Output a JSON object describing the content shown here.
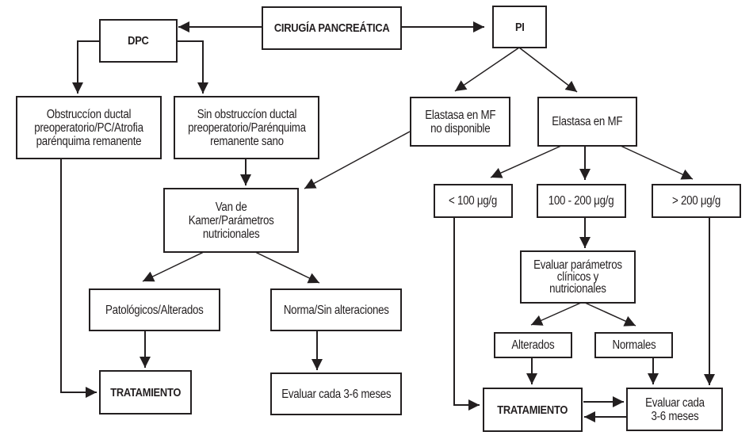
{
  "diagram": {
    "type": "flowchart",
    "nodes": {
      "cirugia": "CIRUGÍA PANCREÁTICA",
      "dpc": "DPC",
      "pi": "PI",
      "obstruccion": "Obstruccíon ductal\npreoperatorio/PC/Atrofia\nparénquima remanente",
      "sin_obstruccion": "Sin obstruccíon ductal\npreoperatorio/Parénquima\nremanente sano",
      "van_de_kamer": "Van de\nKamer/Parámetros\nnutricionales",
      "patologicos": "Patológicos/Alterados",
      "norma": "Norma/Sin alteraciones",
      "tratamiento_left": "TRATAMIENTO",
      "evaluar_left": "Evaluar cada 3-6 meses",
      "elastasa_no_disp": "Elastasa en MF\nno disponible",
      "elastasa": "Elastasa en MF",
      "lt100": "< 100 μg/g",
      "range100_200": "100 - 200 μg/g",
      "gt200": "> 200 μg/g",
      "evaluar_parametros": "Evaluar parámetros\nclínicos y\nnutricionales",
      "alterados": "Alterados",
      "normales": "Normales",
      "tratamiento_right": "TRATAMIENTO",
      "evaluar_right": "Evaluar cada\n3-6 meses"
    },
    "edges": [
      [
        "cirugia",
        "dpc"
      ],
      [
        "cirugia",
        "pi"
      ],
      [
        "dpc",
        "obstruccion"
      ],
      [
        "dpc",
        "sin_obstruccion"
      ],
      [
        "sin_obstruccion",
        "van_de_kamer"
      ],
      [
        "obstruccion",
        "tratamiento_left"
      ],
      [
        "van_de_kamer",
        "patologicos"
      ],
      [
        "van_de_kamer",
        "norma"
      ],
      [
        "patologicos",
        "tratamiento_left"
      ],
      [
        "norma",
        "evaluar_left"
      ],
      [
        "pi",
        "elastasa_no_disp"
      ],
      [
        "pi",
        "elastasa"
      ],
      [
        "elastasa_no_disp",
        "van_de_kamer"
      ],
      [
        "elastasa",
        "lt100"
      ],
      [
        "elastasa",
        "range100_200"
      ],
      [
        "elastasa",
        "gt200"
      ],
      [
        "lt100",
        "tratamiento_right"
      ],
      [
        "range100_200",
        "evaluar_parametros"
      ],
      [
        "gt200",
        "evaluar_right"
      ],
      [
        "evaluar_parametros",
        "alterados"
      ],
      [
        "evaluar_parametros",
        "normales"
      ],
      [
        "alterados",
        "tratamiento_right"
      ],
      [
        "normales",
        "evaluar_right"
      ],
      [
        "tratamiento_right",
        "evaluar_right"
      ],
      [
        "evaluar_right",
        "tratamiento_right"
      ]
    ]
  }
}
